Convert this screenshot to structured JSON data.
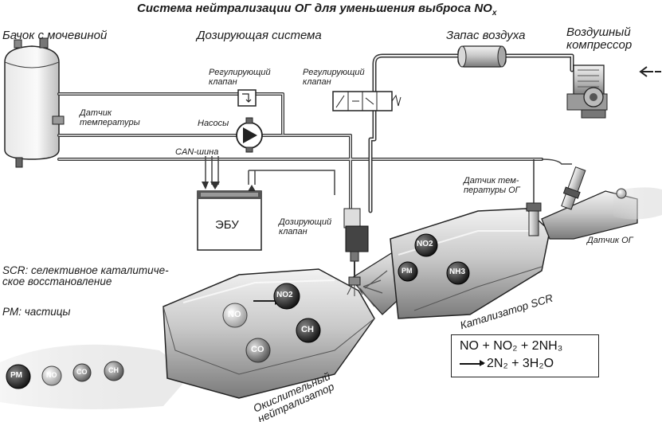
{
  "title": "Система нейтрализации ОГ для уменьшения выброса NO",
  "title_sub": "x",
  "labels": {
    "tank": "Бачок с мочевиной",
    "dosing_system": "Дозирующая система",
    "air_reserve": "Запас воздуха",
    "compressor_line1": "Воздушный",
    "compressor_line2": "компрессор",
    "reg_valve_left_1": "Регулирующий",
    "reg_valve_left_2": "клапан",
    "reg_valve_right_1": "Регулирующий",
    "reg_valve_right_2": "клапан",
    "temp_sensor_1": "Датчик",
    "temp_sensor_2": "температуры",
    "pumps": "Насосы",
    "can_bus": "CAN-шина",
    "ecu": "ЭБУ",
    "dosing_valve_1": "Дозирующий",
    "dosing_valve_2": "клапан",
    "exhaust_temp_sensor_1": "Датчик тем-",
    "exhaust_temp_sensor_2": "пературы ОГ",
    "exhaust_sensor": "Датчик ОГ",
    "scr_def_1": "SCR: селективное каталитиче-",
    "scr_def_2": "ское восстановление",
    "pm_def": "PM: частицы",
    "scr_catalyst": "Катализатор SCR",
    "ox_catalyst_1": "Окислительный",
    "ox_catalyst_2": "нейтрализатор"
  },
  "molecules": {
    "inlet": [
      "PM",
      "NO",
      "CO",
      "CH"
    ],
    "oxidizer": [
      "NO",
      "NO2",
      "CH",
      "CO"
    ],
    "scr": [
      "NO2",
      "PM",
      "NH3"
    ]
  },
  "equation": {
    "line1": "NO + NO₂ + 2NH₃",
    "line2": "2N₂ + 3H₂O"
  }
}
